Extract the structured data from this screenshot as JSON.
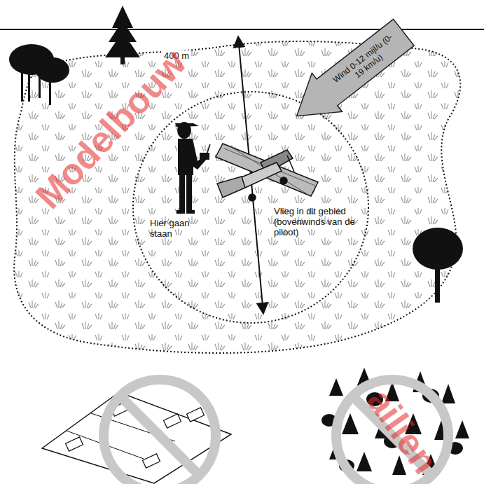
{
  "diagram": {
    "nodes": [
      {
        "text": [
          "Wind 0-12 mijl/u (0-19 km/u)"
        ]
      }
    ],
    "labels": [
      "400 m",
      "Hier gaan staan",
      "Vlieg in dit gebied (bovenwinds van de piloot)",
      "Modelbouw",
      "ailien"
    ]
  }
}
